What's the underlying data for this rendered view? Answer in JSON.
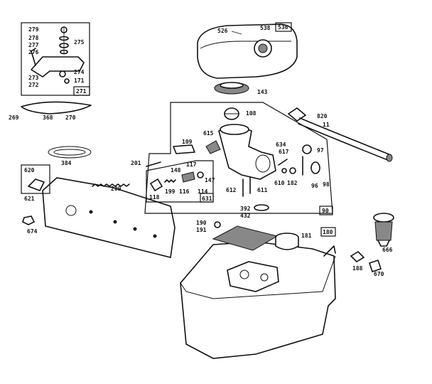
{
  "callouts": {
    "c279": "279",
    "c278": "278",
    "c277": "277",
    "c276": "276",
    "c275": "275",
    "c273": "273",
    "c272": "272",
    "c274": "274",
    "c171": "171",
    "c271": "271",
    "c269": "269",
    "c368": "368",
    "c270": "270",
    "c384": "384",
    "c620": "620",
    "c621": "621",
    "c674": "674",
    "c209": "209",
    "c201": "201",
    "c109": "109",
    "c615": "615",
    "c108": "108",
    "c634": "634",
    "c617": "617",
    "c97": "97",
    "c610": "610",
    "c182": "182",
    "c96": "96",
    "c98": "98",
    "c612": "612",
    "c611": "611",
    "c117": "117",
    "c148": "148",
    "c147": "147",
    "c631": "631",
    "c118": "118",
    "c199": "199",
    "c116": "116",
    "c114": "114",
    "c392": "392",
    "c432": "432",
    "c90": "90",
    "c526": "526",
    "c538": "538",
    "c536": "536",
    "c143": "143",
    "c820": "820",
    "c11": "11",
    "c190": "190",
    "c191": "191",
    "c181": "181",
    "c180": "180",
    "c666": "666",
    "c188": "188",
    "c670": "670"
  }
}
